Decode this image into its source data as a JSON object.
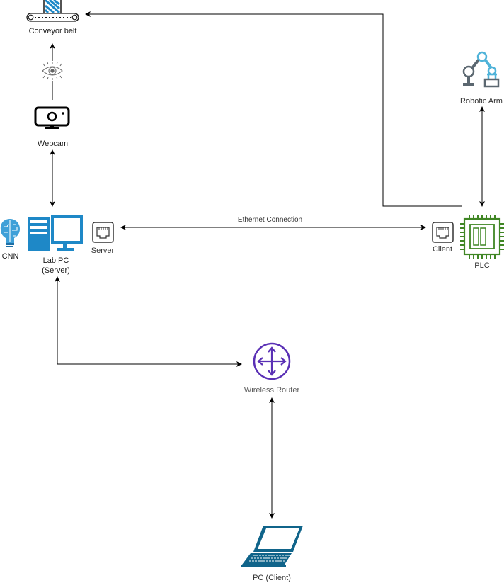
{
  "nodes": {
    "conveyor": {
      "label": "Conveyor belt",
      "icon": "conveyor-belt-icon"
    },
    "vision": {
      "icon": "eye-icon"
    },
    "webcam": {
      "label": "Webcam",
      "icon": "webcam-icon"
    },
    "cnn": {
      "label": "CNN",
      "icon": "brain-icon"
    },
    "lab_pc": {
      "label_line1": "Lab PC",
      "label_line2": "(Server)",
      "icon": "desktop-pc-icon"
    },
    "server_port": {
      "label": "Server",
      "icon": "ethernet-port-icon"
    },
    "client_port": {
      "label": "Client",
      "icon": "ethernet-port-icon"
    },
    "plc": {
      "label": "PLC",
      "icon": "chip-icon"
    },
    "robotic_arm": {
      "label": "Robotic Arm",
      "icon": "robotic-arm-icon"
    },
    "router": {
      "label": "Wireless Router",
      "icon": "router-icon"
    },
    "pc_client": {
      "label": "PC (Client)",
      "icon": "laptop-icon"
    }
  },
  "edges": {
    "ethernet": {
      "label": "Ethernet Connection"
    }
  },
  "colors": {
    "line": "#000000",
    "azure_blue": "#1E88C7",
    "teal": "#10648A",
    "plc_green": "#3F8624",
    "router_purple": "#5A30B5",
    "arm_blue": "#4FB3D9",
    "arm_gray": "#5B6770"
  }
}
